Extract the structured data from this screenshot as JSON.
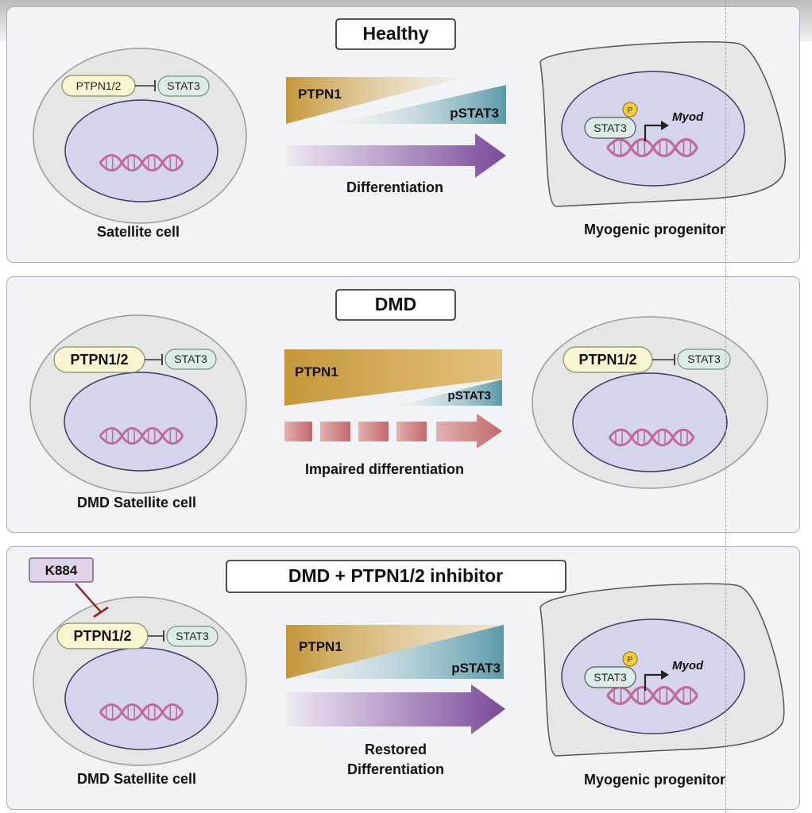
{
  "panels": [
    {
      "title": "Healthy",
      "left_cell_label": "Satellite cell",
      "left_cell_ptpn": "PTPN1/2",
      "left_cell_stat": "STAT3",
      "gradient_top_label": "PTPN1",
      "gradient_bottom_label": "pSTAT3",
      "arrow_label": "Differentiation",
      "right_cell_label": "Myogenic progenitor",
      "right_cell_stat": "STAT3",
      "right_cell_p": "P",
      "right_cell_gene": "Myod"
    },
    {
      "title": "DMD",
      "left_cell_label": "DMD Satellite cell",
      "left_cell_ptpn": "PTPN1/2",
      "left_cell_stat": "STAT3",
      "gradient_top_label": "PTPN1",
      "gradient_bottom_label": "pSTAT3",
      "arrow_label": "Impaired differentiation",
      "right_cell_ptpn": "PTPN1/2",
      "right_cell_stat": "STAT3"
    },
    {
      "title": "DMD + PTPN1/2 inhibitor",
      "inhibitor": "K884",
      "left_cell_label": "DMD Satellite cell",
      "left_cell_ptpn": "PTPN1/2",
      "left_cell_stat": "STAT3",
      "gradient_top_label": "PTPN1",
      "gradient_bottom_label": "pSTAT3",
      "arrow_label_line1": "Restored",
      "arrow_label_line2": "Differentiation",
      "right_cell_label": "Myogenic progenitor",
      "right_cell_stat": "STAT3",
      "right_cell_p": "P",
      "right_cell_gene": "Myod"
    }
  ],
  "colors": {
    "ptpn1_gold": "#c4973a",
    "pstat3_teal": "#5a9aa8",
    "arrow_purple": "#7a4a9a",
    "impaired_red": "#c87878",
    "nucleus": "#d4d4ec",
    "inhibitor_line": "#8a2a2a"
  }
}
